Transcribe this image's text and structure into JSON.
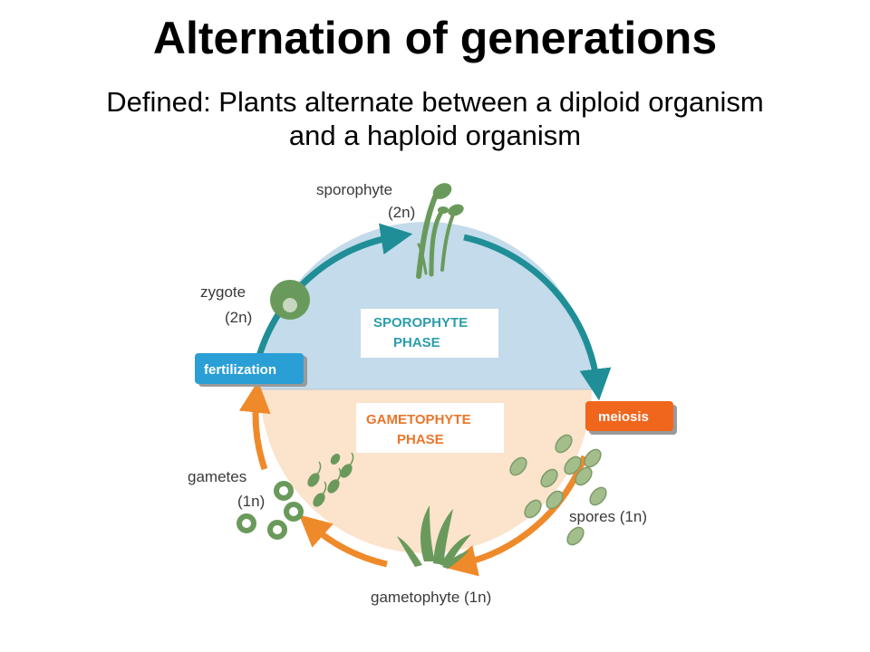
{
  "title": "Alternation of generations",
  "subtitle": {
    "line1": "Defined: Plants alternate between a diploid organism",
    "line2": "and a haploid organism"
  },
  "diagram": {
    "sporophyte_label": "sporophyte",
    "sporophyte_ploidy": "(2n)",
    "zygote_label": "zygote",
    "zygote_ploidy": "(2n)",
    "fertilization_label": "fertilization",
    "meiosis_label": "meiosis",
    "sporophyte_phase_line1": "SPOROPHYTE",
    "sporophyte_phase_line2": "PHASE",
    "gametophyte_phase_line1": "GAMETOPHYTE",
    "gametophyte_phase_line2": "PHASE",
    "gametes_label": "gametes",
    "gametes_ploidy": "(1n)",
    "spores_label": "spores (1n)",
    "gametophyte_label": "gametophyte (1n)"
  },
  "colors": {
    "diploid_fill": "#c3dbea",
    "haploid_fill": "#fbe3cc",
    "teal_arrow": "#1f8e96",
    "orange_arrow": "#ef8a2a",
    "fertilization_button": "#2a9fd6",
    "meiosis_button": "#f0661d",
    "plant_green": "#6a9a5b",
    "spore_green": "#9fb986"
  }
}
